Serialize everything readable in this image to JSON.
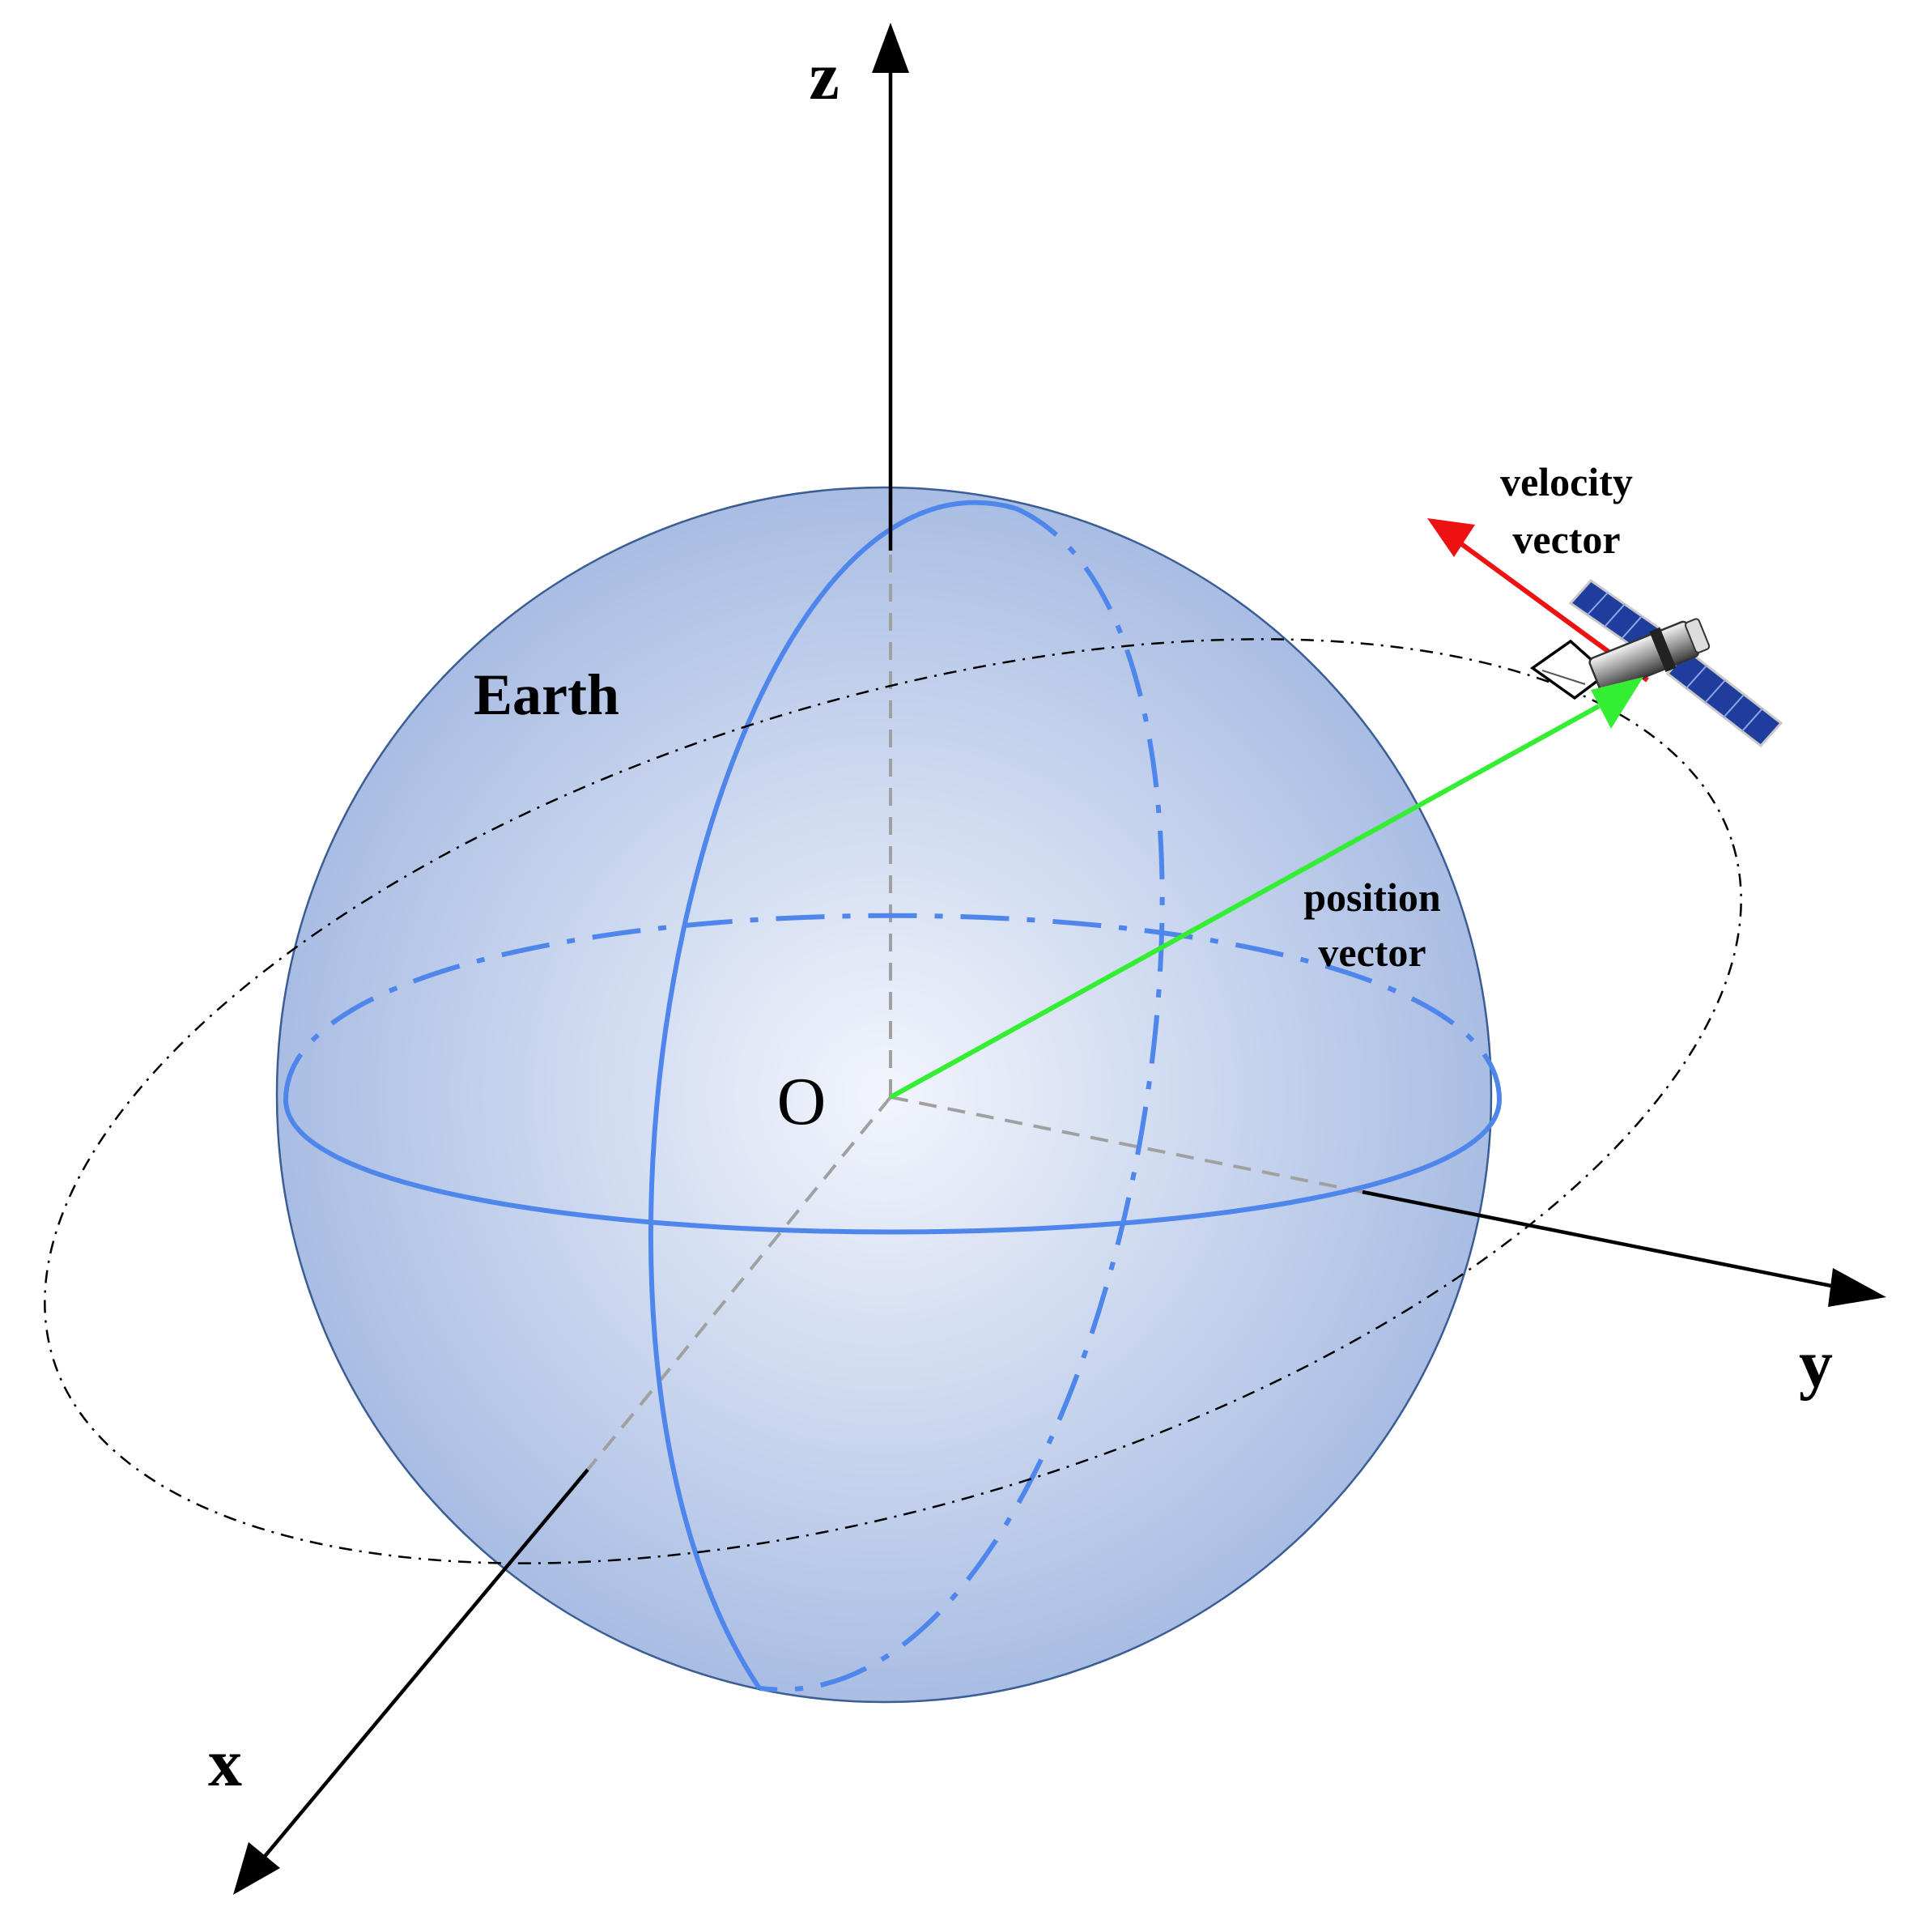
{
  "diagram": {
    "earth_label": "Earth",
    "origin_label": "O",
    "axes": {
      "x": "x",
      "y": "y",
      "z": "z"
    },
    "position_vector": {
      "line1": "position",
      "line2": "vector"
    },
    "velocity_vector": {
      "line1": "velocity",
      "line2": "vector"
    }
  },
  "colors": {
    "sphere_fill_center": "#eef2fb",
    "sphere_fill_edge": "#a9bde3",
    "sphere_outline": "#3a5d96",
    "great_circles": "#4f86ec",
    "position_vector": "#33ee33",
    "velocity_vector": "#ee1111",
    "orbit": "#000000",
    "hidden_axes": "#a0a0a0",
    "axes": "#000000",
    "solar_panel": "#1f3d9c",
    "satellite_body": "#bfbfbf"
  },
  "icons": {
    "satellite": "satellite-icon"
  }
}
